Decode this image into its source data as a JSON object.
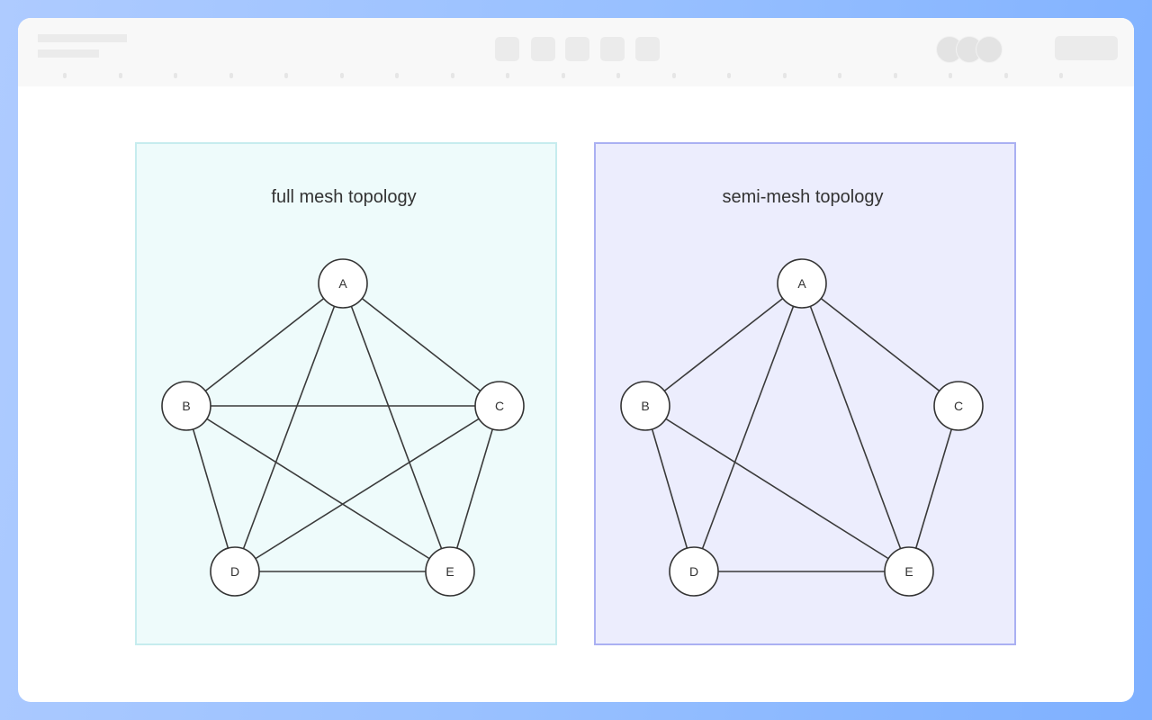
{
  "diagrams": [
    {
      "title": "full mesh topology",
      "nodes": [
        "A",
        "B",
        "C",
        "D",
        "E"
      ],
      "edges": [
        [
          "A",
          "B"
        ],
        [
          "A",
          "C"
        ],
        [
          "A",
          "D"
        ],
        [
          "A",
          "E"
        ],
        [
          "B",
          "C"
        ],
        [
          "B",
          "D"
        ],
        [
          "B",
          "E"
        ],
        [
          "C",
          "D"
        ],
        [
          "C",
          "E"
        ],
        [
          "D",
          "E"
        ]
      ],
      "background": "#eefbfb",
      "border": "#c6ecee"
    },
    {
      "title": "semi-mesh topology",
      "nodes": [
        "A",
        "B",
        "C",
        "D",
        "E"
      ],
      "edges": [
        [
          "A",
          "B"
        ],
        [
          "A",
          "C"
        ],
        [
          "A",
          "D"
        ],
        [
          "A",
          "E"
        ],
        [
          "B",
          "D"
        ],
        [
          "B",
          "E"
        ],
        [
          "C",
          "E"
        ],
        [
          "D",
          "E"
        ]
      ],
      "background": "#ecedfd",
      "border": "#aab0f2"
    }
  ]
}
